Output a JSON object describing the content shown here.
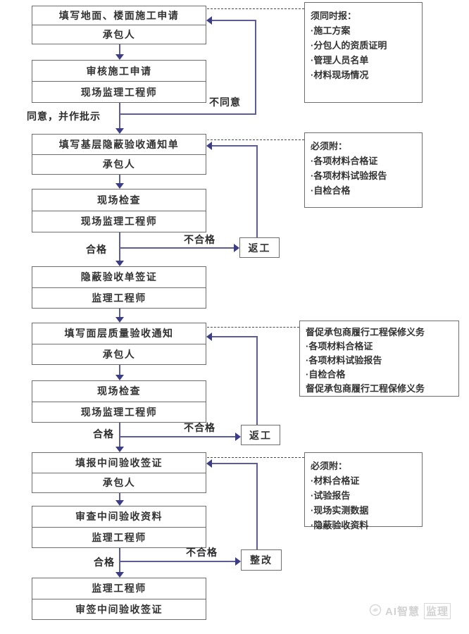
{
  "flow": {
    "boxes": [
      {
        "title": "填写地面、楼面施工申请",
        "actor": "承包人"
      },
      {
        "title": "审核施工申请",
        "actor": "现场监理工程师"
      },
      {
        "title": "填写基层隐蔽验收通知单",
        "actor": "承包人"
      },
      {
        "title": "现场检查",
        "actor": "现场监理工程师"
      },
      {
        "title": "隐蔽验收单签证",
        "actor": "监理工程师"
      },
      {
        "title": "填写面层质量验收通知",
        "actor": "承包人"
      },
      {
        "title": "现场检查",
        "actor": "现场监理工程师"
      },
      {
        "title": "填报中间验收签证",
        "actor": "承包人"
      },
      {
        "title": "审查中间验收资料",
        "actor": "监理工程师"
      },
      {
        "title": "监理工程师",
        "actor": "审签中间验收签证"
      }
    ],
    "small_boxes": {
      "rework1": "返工",
      "rework2": "返工",
      "rectify": "整改"
    },
    "edge_labels": {
      "disagree": "不同意",
      "agree": "同意，并作批示",
      "pass1": "合格",
      "fail1": "不合格",
      "pass2": "合格",
      "fail2": "不合格",
      "pass3": "合格",
      "fail3": "不合格"
    }
  },
  "annotations": {
    "a1": {
      "lines": [
        "须同时报：",
        "·施工方案",
        "·分包人的资质证明",
        "·管理人员名单",
        "·材料现场情况"
      ]
    },
    "a2": {
      "lines": [
        "必须附：",
        "·各项材料合格证",
        "·各项材料试验报告",
        "·自检合格"
      ]
    },
    "a3": {
      "lines": [
        "督促承包商履行工程保修义务",
        "·各项材料合格证",
        "·各项材料试验报告",
        "·自检合格",
        "督促承包商履行工程保修义务"
      ]
    },
    "a4": {
      "lines": [
        "必须附：",
        "·材料合格证",
        "·试验报告",
        "·现场实测数据",
        "·隐蔽验收资料"
      ]
    }
  },
  "watermark": {
    "text_plain": "AI智慧",
    "text_boxed": "监理"
  },
  "colors": {
    "line": "#5c5c96",
    "arrowhead": "#3d3d85",
    "box_border": "#6e6e6e",
    "text": "#333333",
    "dashed": "#4a4a4a",
    "watermark": "#d2d2d2"
  }
}
